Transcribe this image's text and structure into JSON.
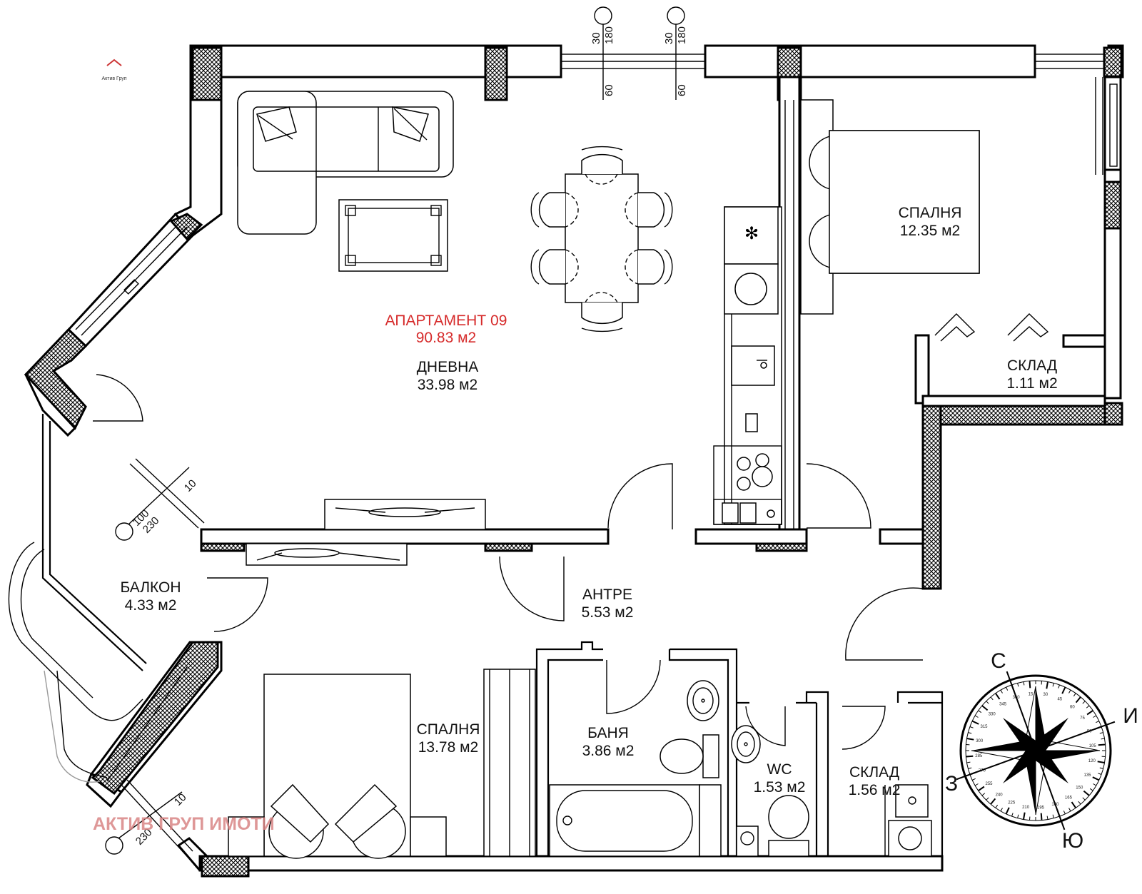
{
  "apartment": {
    "name": "АПАРТАМЕНТ 09",
    "area": "90.83 м2"
  },
  "rooms": {
    "living": {
      "name": "ДНЕВНА",
      "area": "33.98 м2"
    },
    "bedroom_1": {
      "name": "СПАЛНЯ",
      "area": "12.35 м2"
    },
    "storage_1": {
      "name": "СКЛАД",
      "area": "1.11 м2"
    },
    "balcony": {
      "name": "БАЛКОН",
      "area": "4.33 м2"
    },
    "hall": {
      "name": "АНТРЕ",
      "area": "5.53 м2"
    },
    "bedroom_2": {
      "name": "СПАЛНЯ",
      "area": "13.78 м2"
    },
    "bathroom": {
      "name": "БАНЯ",
      "area": "3.86 м2"
    },
    "wc": {
      "name": "WC",
      "area": "1.53 м2"
    },
    "storage_2": {
      "name": "СКЛАД",
      "area": "1.56 м2"
    }
  },
  "dimensions": {
    "top_a": [
      "30",
      "180",
      "60"
    ],
    "top_b": [
      "30",
      "180",
      "60"
    ],
    "left_upper": [
      "10",
      "100",
      "230"
    ],
    "left_lower": [
      "10",
      "230"
    ]
  },
  "compass": {
    "north": "С",
    "east": "И",
    "south": "Ю",
    "west": "З",
    "degrees": [
      "15",
      "30",
      "45",
      "60",
      "75",
      "90",
      "105",
      "120",
      "135",
      "150",
      "165",
      "180",
      "195",
      "210",
      "225",
      "240",
      "255",
      "270",
      "285",
      "300",
      "315",
      "330",
      "345",
      "360"
    ]
  },
  "branding": {
    "watermark": "АКТИВ ГРУП ИМОТИ",
    "logo_text": "Актив Груп",
    "watermark_color": "#d98585",
    "label_red": "#d62a2a"
  }
}
